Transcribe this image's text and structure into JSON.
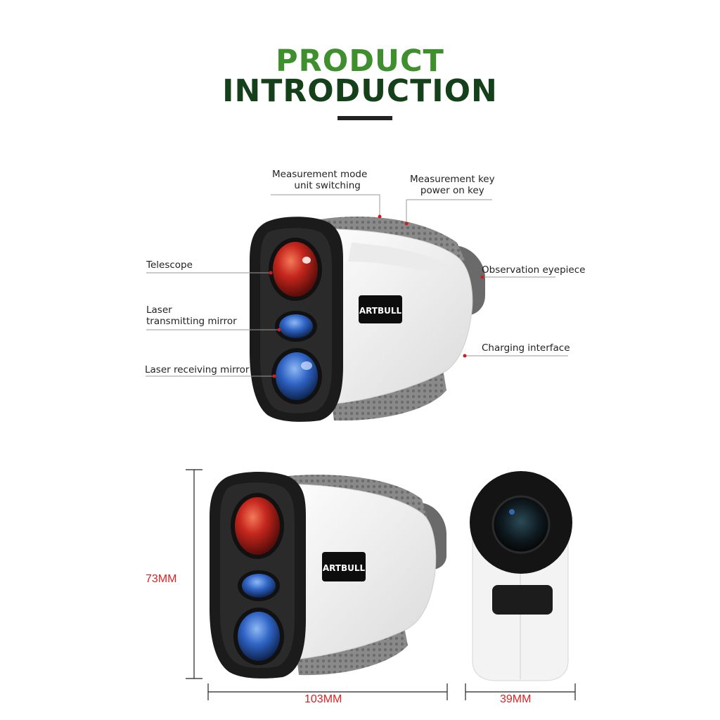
{
  "header": {
    "title_line1": "PRODUCT",
    "title_line2": "INTRODUCTION",
    "title_color_1": "#3f8f2f",
    "title_color_2": "#14401a"
  },
  "callouts": {
    "mode_switch_line1": "Measurement mode",
    "mode_switch_line2": "unit switching",
    "measure_key_line1": "Measurement key",
    "measure_key_line2": "power on key",
    "telescope": "Telescope",
    "laser_tx_line1": "Laser",
    "laser_tx_line2": "transmitting mirror",
    "laser_rx": "Laser receiving mirror",
    "eyepiece": "Observation eyepiece",
    "charging": "Charging interface"
  },
  "device": {
    "brand": "ARTBULL",
    "body_color": "#f2f2f2",
    "grip_color": "#8c8c8c",
    "frame_color": "#1b1b1b",
    "lens_red": "#c0231c",
    "lens_blue": "#2f63c4"
  },
  "dimensions": {
    "height": "73MM",
    "length": "103MM",
    "width": "39MM",
    "accent_color": "#d22222"
  }
}
